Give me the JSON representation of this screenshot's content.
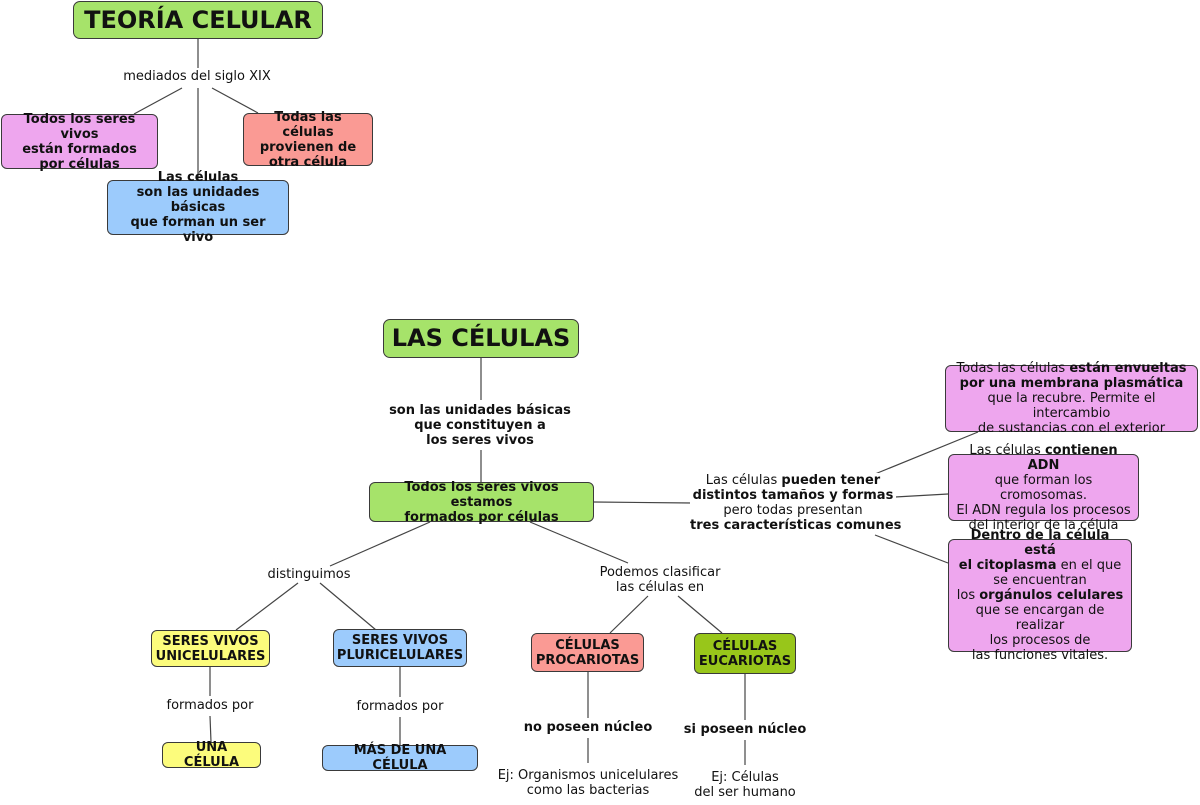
{
  "theory": {
    "title": "TEORÍA CELULAR",
    "link_label": "mediados del siglo XIX",
    "principle_1": "Todos los seres vivos\nestán formados\npor células",
    "principle_2": "Las células\nson las unidades básicas\nque forman un ser vivo",
    "principle_3": "Todas las células\nprovienen de\notra célula"
  },
  "cells": {
    "title": "LAS CÉLULAS",
    "link_label_1": "son las unidades básicas",
    "link_label_2": "que constituyen a",
    "link_label_3": "los seres vivos",
    "main_node_1": "Todos los seres vivos estamos",
    "main_node_2": "formados por células",
    "characteristics_label": {
      "p1_normal": "Las células ",
      "p1_bold": "pueden tener",
      "p2_bold": "distintos tamaños y formas",
      "p3_normal": "pero todas presentan",
      "p4_bold": "tres características comunes"
    },
    "membrane": {
      "normal_1": "Todas las células ",
      "bold_1": "están envueltas",
      "bold_2": "por una membrana plasmática",
      "normal_2": "que la recubre. Permite el intercambio",
      "normal_3": "de sustancias con el exterior"
    },
    "dna": {
      "normal_1": "Las células ",
      "bold_1": "contienen ADN",
      "normal_2": "que forman los cromosomas.",
      "normal_3": "El ADN regula los procesos",
      "normal_4": "del interior de la célula"
    },
    "cytoplasm": {
      "bold_1": "Dentro de la célula está",
      "bold_2": "el citoplasma",
      "normal_2": " en el que",
      "normal_3": "se encuentran",
      "normal_4": "los ",
      "bold_4": "orgánulos celulares",
      "normal_5": "que se encargan de realizar",
      "normal_6": "los procesos de",
      "normal_7": "las funciones vitales."
    },
    "distinguish_label": "distinguimos",
    "unicellular": "SERES VIVOS\nUNICELULARES",
    "multicellular": "SERES VIVOS\nPLURICELULARES",
    "formed_by_label": "formados por",
    "one_cell": "UNA CÉLULA",
    "more_cells": "MÁS DE UNA CÉLULA",
    "classify_label_1": "Podemos clasificar",
    "classify_label_2": "las células en",
    "prokaryotes": "CÉLULAS\nPROCARIOTAS",
    "eukaryotes": "CÉLULAS\nEUCARIOTAS",
    "no_nucleus": "no poseen núcleo",
    "yes_nucleus": "si poseen núcleo",
    "prok_example_1": "Ej: Organismos unicelulares",
    "prok_example_2": "como las bacterias",
    "euk_example_1": "Ej: Células",
    "euk_example_2": "del ser humano"
  },
  "colors": {
    "green": "#a6e36a",
    "olive": "#98c61a",
    "pink": "#eea6ee",
    "salmon": "#fa9a94",
    "blue": "#9ccbfc",
    "yellow": "#fcfc7c"
  }
}
